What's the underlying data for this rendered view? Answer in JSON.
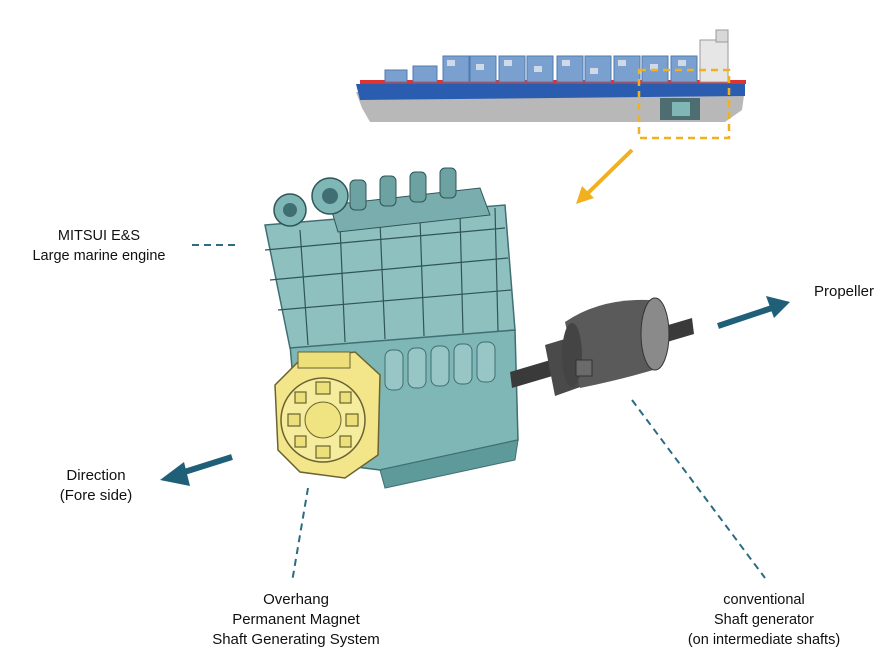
{
  "labels": {
    "engine": [
      "MITSUI E&S",
      "Large marine engine"
    ],
    "propeller": "Propeller",
    "direction": [
      "Direction",
      "(Fore side)"
    ],
    "pmsg": [
      "Overhang",
      "Permanent Magnet",
      "Shaft Generating System"
    ],
    "conventional": [
      "conventional",
      "Shaft generator",
      "(on intermediate shafts)"
    ]
  },
  "colors": {
    "teal_arrow": "#1f5f78",
    "teal_dash": "#2d6b80",
    "orange": "#f2b01e",
    "engine_body": "#7fb6b6",
    "engine_dark": "#3f6f72",
    "pmsg_yellow": "#f3e68a",
    "generator_gray": "#5a5a5a",
    "hull_blue": "#2a5db0",
    "hull_gray": "#a9a9a9",
    "container_blue": "#7aa0cf"
  },
  "icons": [
    "container-ship-illustration",
    "marine-engine-illustration",
    "shaft-generator-illustration",
    "pmsg-disc-illustration"
  ]
}
